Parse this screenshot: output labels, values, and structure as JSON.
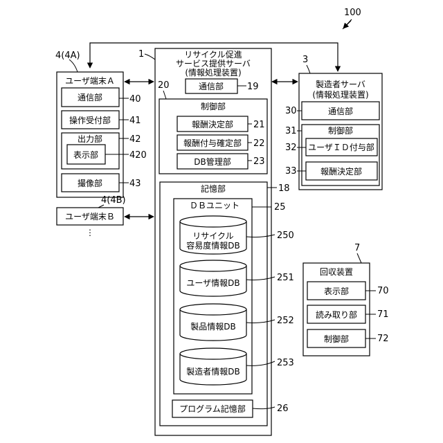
{
  "system_number": "100",
  "user_terminal_a": {
    "ref": "4(4A)",
    "title": "ユーザ端末Ａ",
    "comm": "通信部",
    "comm_ref": "40",
    "input": "操作受付部",
    "input_ref": "41",
    "output": "出力部",
    "output_ref": "42",
    "display": "表示部",
    "display_ref": "420",
    "camera": "撮像部",
    "camera_ref": "43"
  },
  "user_terminal_b": {
    "ref": "4(4B)",
    "title": "ユーザ端末Ｂ",
    "ellipsis": "⋮"
  },
  "recycle_server": {
    "ref": "1",
    "title_line1": "リサイクル促進",
    "title_line2": "サービス提供サーバ",
    "subtitle": "(情報処理装置)",
    "comm": "通信部",
    "comm_ref": "19",
    "control": "制御部",
    "control_ref": "20",
    "reward_decide": "報酬決定部",
    "reward_decide_ref": "21",
    "reward_confirm": "報酬付与確定部",
    "reward_confirm_ref": "22",
    "db_manage": "DB管理部",
    "db_manage_ref": "23",
    "storage": "記憶部",
    "storage_ref": "18",
    "db_unit": "ＤＢユニット",
    "db_unit_ref": "25",
    "db_recycle_line1": "リサイクル",
    "db_recycle_line2": "容易度情報DB",
    "db_recycle_ref": "250",
    "db_user": "ユーザ情報DB",
    "db_user_ref": "251",
    "db_product": "製品情報DB",
    "db_product_ref": "252",
    "db_maker": "製造者情報DB",
    "db_maker_ref": "253",
    "program": "プログラム記憶部",
    "program_ref": "26"
  },
  "maker_server": {
    "ref": "3",
    "title": "製造者サーバ",
    "subtitle": "(情報処理装置)",
    "comm": "通信部",
    "comm_ref": "30",
    "control": "制御部",
    "control_ref": "31",
    "user_id": "ユーザＩＤ付与部",
    "user_id_ref": "32",
    "reward_decide": "報酬決定部",
    "reward_decide_ref": "33"
  },
  "collector": {
    "ref": "7",
    "title": "回収装置",
    "display": "表示部",
    "display_ref": "70",
    "reader": "読み取り部",
    "reader_ref": "71",
    "control": "制御部",
    "control_ref": "72"
  }
}
